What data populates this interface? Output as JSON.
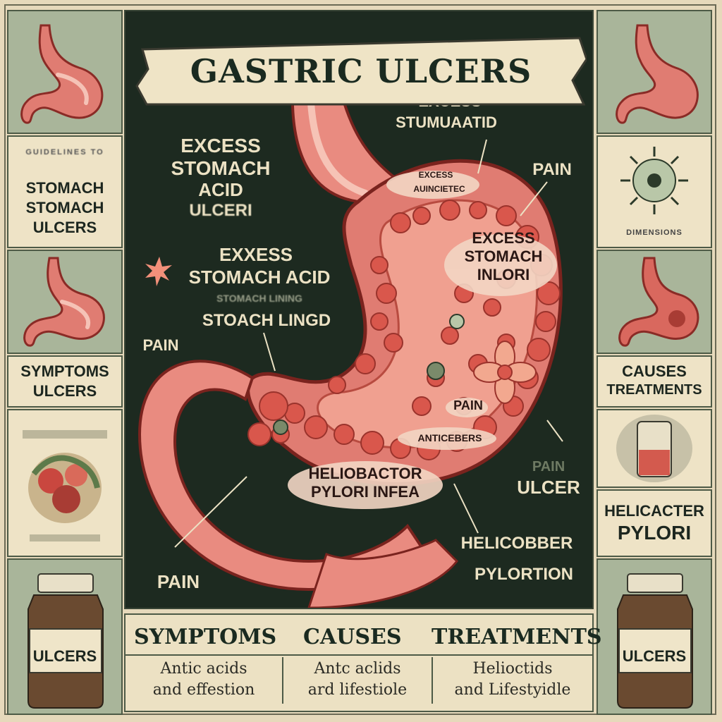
{
  "title": "GASTRIC ULCERS",
  "left_panels": {
    "p2": {
      "blurred": "GUIDELINES TO",
      "line1": "STOMACH",
      "line2": "STOMACH",
      "line3": "ULCERS"
    },
    "p4": {
      "line1": "SYMPTOMS",
      "line2": "ULCERS"
    },
    "jar_label": "ULCERS"
  },
  "right_panels": {
    "p2_caption": "DIMENSIONS",
    "p4": {
      "line1": "CAUSES",
      "line2": "TREATMENTS"
    },
    "p6": {
      "line1": "HELICACTER",
      "line2": "PYLORI"
    },
    "jar_label": "ULCERS"
  },
  "center_labels": {
    "excess_top": "EXCESS",
    "stumuaatid": "STUMUAATID",
    "pain_top": "PAIN",
    "excess_stomach_acid_left": [
      "EXCESS",
      "STOMACH",
      "ACID",
      "ULCERI"
    ],
    "excess_small": "EXCESS",
    "auincietec": "AUINCIETEC",
    "exxess_stomach_acid": [
      "EXXESS",
      "STOMACH ACID"
    ],
    "blurred_mid": "STOMACH LINING",
    "stoach_lingd": "STOACH LINGD",
    "pain_left": "PAIN",
    "excess_stomach_inlori": [
      "EXCESS",
      "STOMACH",
      "INLORI"
    ],
    "pain_mid": "PAIN",
    "anticebers": "ANTICEBERS",
    "heliobactor": [
      "HELIOBACTOR",
      "PYLORI INFEA"
    ],
    "pain_right": "PAIN",
    "ulcer": "ULCER",
    "helicobber": "HELICOBBER",
    "pylortion": "PYLORTION",
    "pain_bottom": "PAIN"
  },
  "bottom": {
    "headers": [
      "SYMPTOMS",
      "CAUSES",
      "TREATMENTS"
    ],
    "cells": [
      {
        "line1": "Antic acids",
        "line2": "and effestion"
      },
      {
        "line1": "Antc aclids",
        "line2": "ard lifestiole"
      },
      {
        "line1": "Helioctids",
        "line2": "and Lifestyidle"
      }
    ]
  },
  "colors": {
    "background": "#e6d9bb",
    "panel_green": "#a9b59a",
    "panel_cream": "#eee3c6",
    "center_dark": "#1d2a20",
    "stomach_pink": "#e98b80",
    "stomach_red": "#c9473f"
  }
}
